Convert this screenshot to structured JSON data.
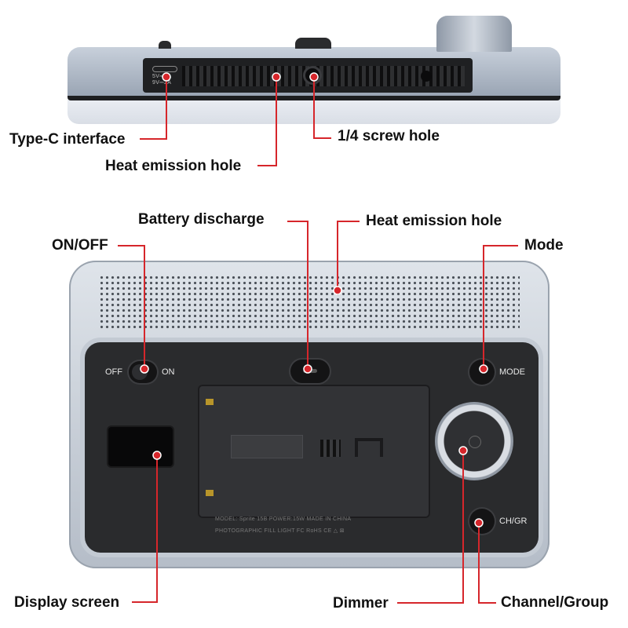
{
  "colors": {
    "leader": "#d6262b",
    "body_metal": "#a9b3c1",
    "panel": "#2a2b2d"
  },
  "top_view": {
    "port_label_line1": "5V⎓2A",
    "port_label_line2": "9V⎓2A",
    "callouts": {
      "type_c": "Type-C interface",
      "heat_hole": "Heat emission hole",
      "screw_hole": "1/4 screw hole"
    }
  },
  "back_view": {
    "callouts": {
      "battery_discharge": "Battery discharge",
      "heat_hole": "Heat emission hole",
      "on_off": "ON/OFF",
      "mode": "Mode",
      "display_screen": "Display screen",
      "dimmer": "Dimmer",
      "channel_group": "Channel/Group"
    },
    "switch_off": "OFF",
    "switch_on": "ON",
    "mode_button": "MODE",
    "chgr_button": "CH/GR",
    "model_line": "MODEL: Sprite 15B   POWER:15W   MADE IN CHINA",
    "product_line": "PHOTOGRAPHIC FILL LIGHT   FC RoHS CE △ ⊠"
  }
}
